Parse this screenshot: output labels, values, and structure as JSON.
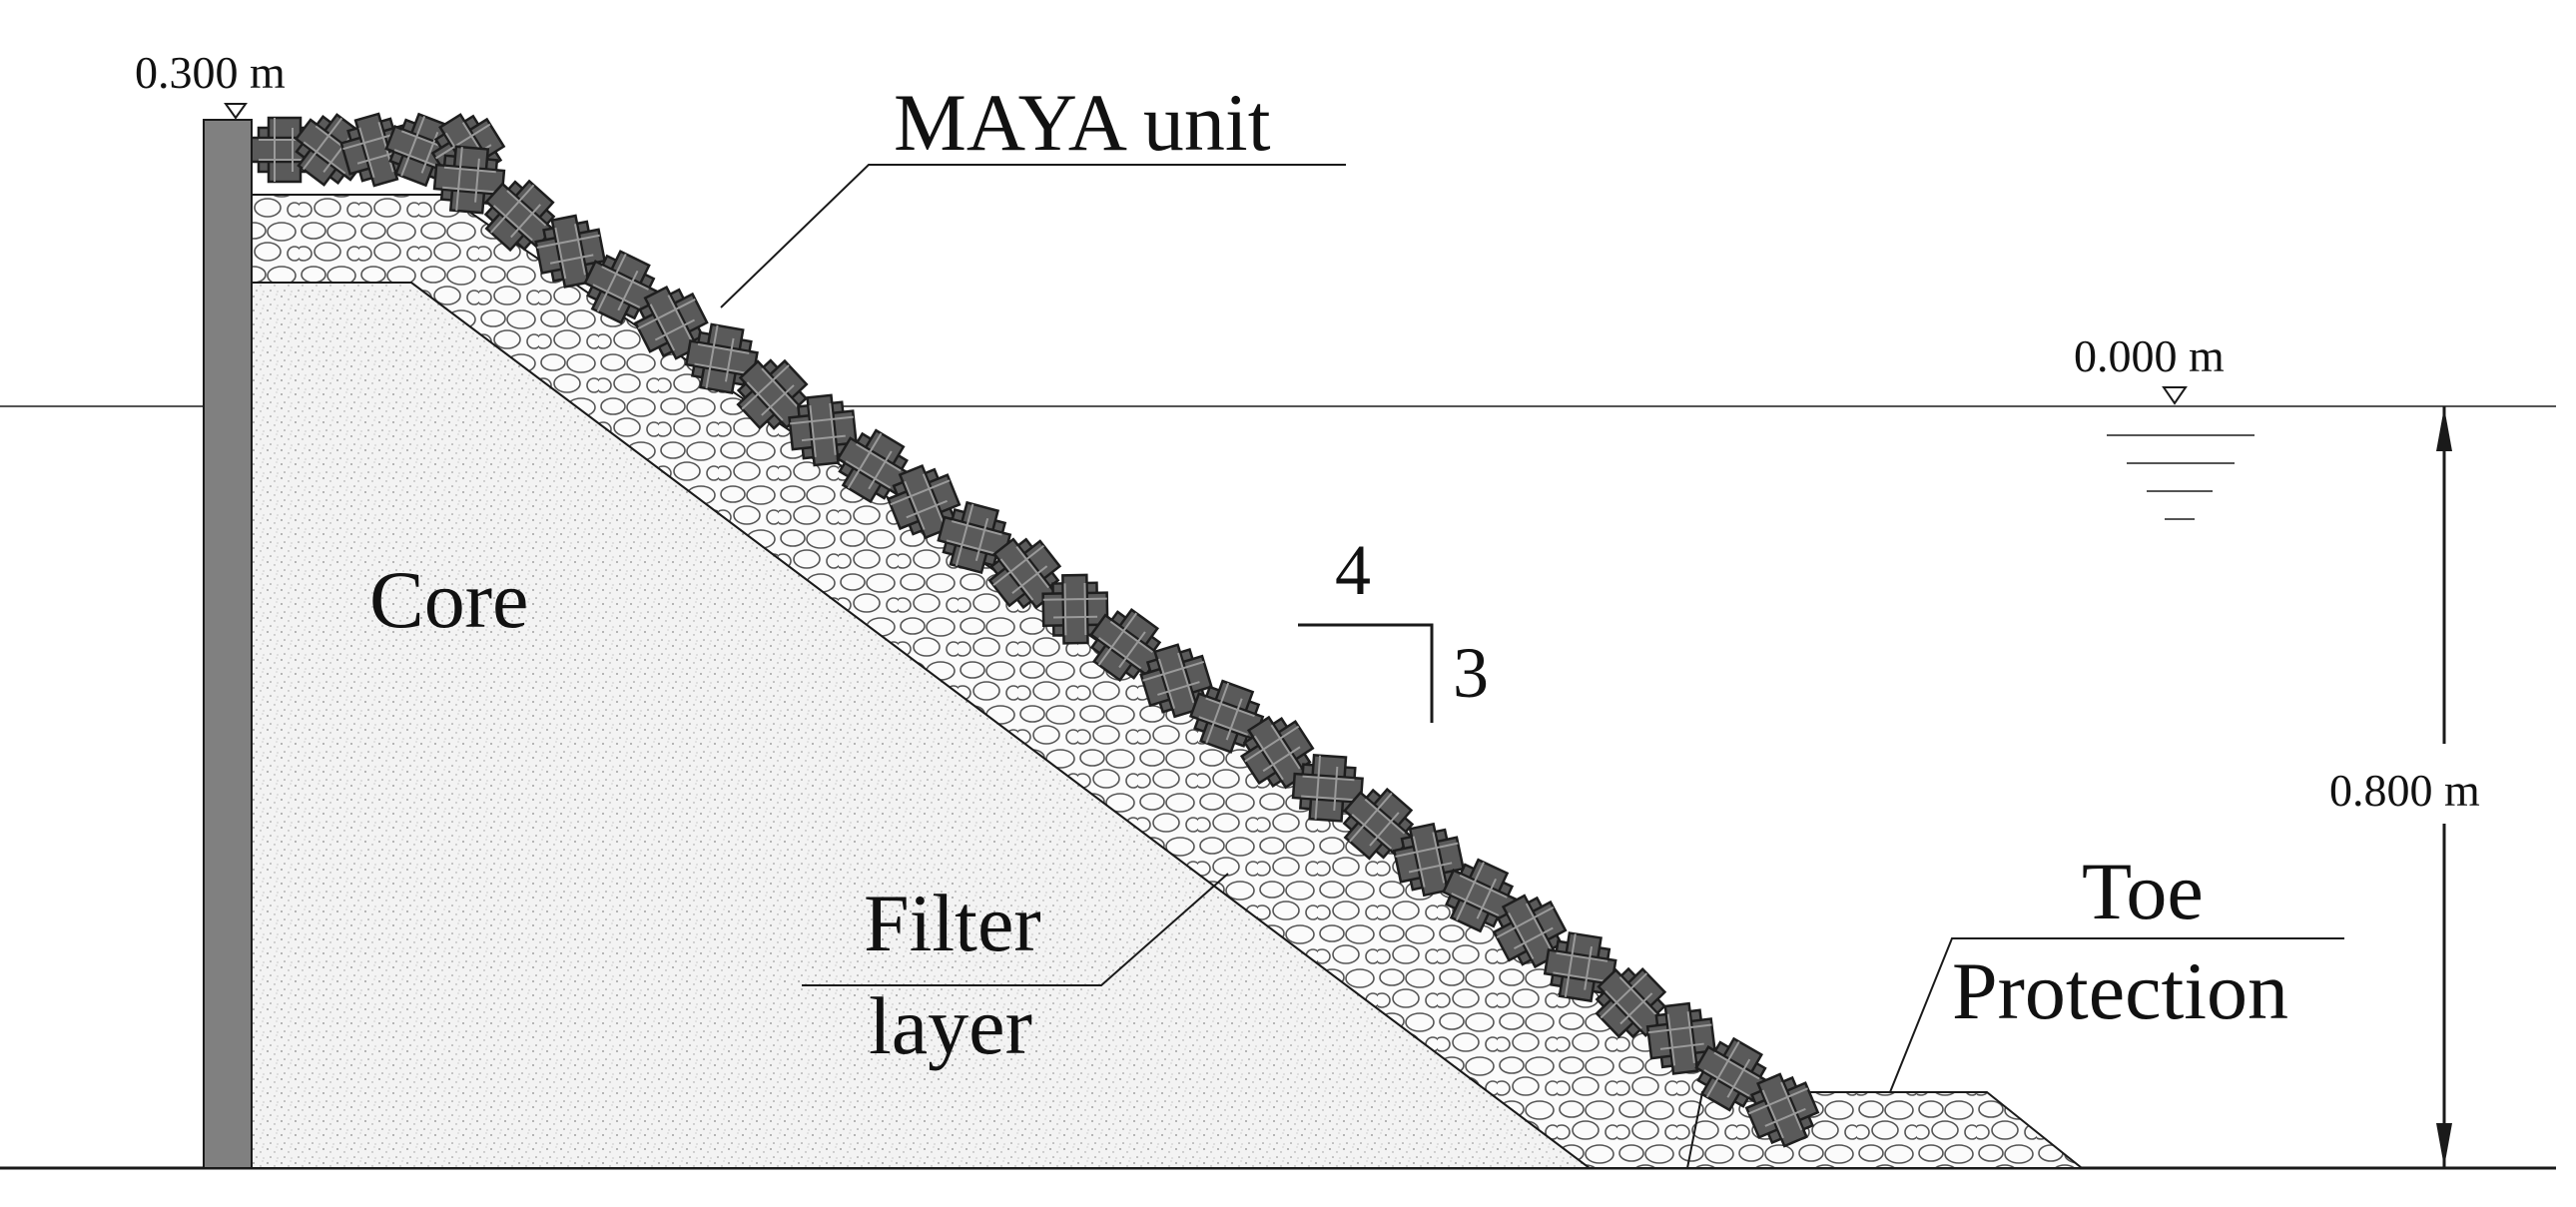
{
  "labels": {
    "crest_level": "0.300 m",
    "swl_level": "0.000 m",
    "depth": "0.800  m",
    "core": "Core",
    "filter_line1": "Filter",
    "filter_line2": "layer",
    "armour": "MAYA unit",
    "toe_line1": "Toe",
    "toe_line2": "Protection",
    "slope_v": "4",
    "slope_h": "3"
  },
  "colors": {
    "line": "#1a1a1a",
    "wall": "#808080",
    "core_fill": "#f2f2f2",
    "filter_fill": "#fafafa",
    "armour_fill": "#5a5a5a",
    "armour_edge": "#1e1e1e"
  }
}
